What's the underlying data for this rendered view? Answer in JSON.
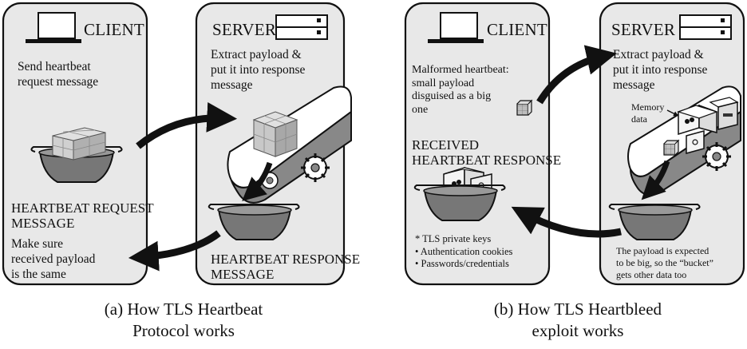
{
  "panel_a": {
    "client_label": "CLIENT",
    "server_label": "SERVER",
    "send_text": [
      "Send heartbeat",
      "request message"
    ],
    "extract_text": [
      "Extract payload &",
      "put it into response",
      "message"
    ],
    "request_label": [
      "HEARTBEAT REQUEST",
      "MESSAGE"
    ],
    "make_sure_text": [
      "Make sure",
      "received payload",
      "is the same"
    ],
    "response_label": [
      "HEARTBEAT RESPONSE",
      "MESSAGE"
    ],
    "caption": [
      "(a) How TLS Heartbeat",
      "Protocol works"
    ]
  },
  "panel_b": {
    "client_label": "CLIENT",
    "server_label": "SERVER",
    "malformed_text": [
      "Malformed heartbeat:",
      "small payload",
      "disguised as a big",
      "one"
    ],
    "received_label": [
      "RECEIVED",
      "HEARTBEAT RESPONSE"
    ],
    "leak_list": [
      "* TLS private keys",
      "• Authentication cookies",
      "• Passwords/credentials"
    ],
    "extract_text": [
      "Extract payload &",
      "put it into response",
      "message"
    ],
    "memory_label": [
      "Memory",
      "data"
    ],
    "expected_text": [
      "The payload is expected",
      "to be big, so the “bucket”",
      "gets other data too"
    ],
    "caption": [
      "(b) How TLS Heartbleed",
      "exploit works"
    ]
  },
  "icons": [
    "laptop-icon",
    "server-icon",
    "bucket-icon",
    "conveyor-belt-icon",
    "gear-icon",
    "cube-icon"
  ]
}
